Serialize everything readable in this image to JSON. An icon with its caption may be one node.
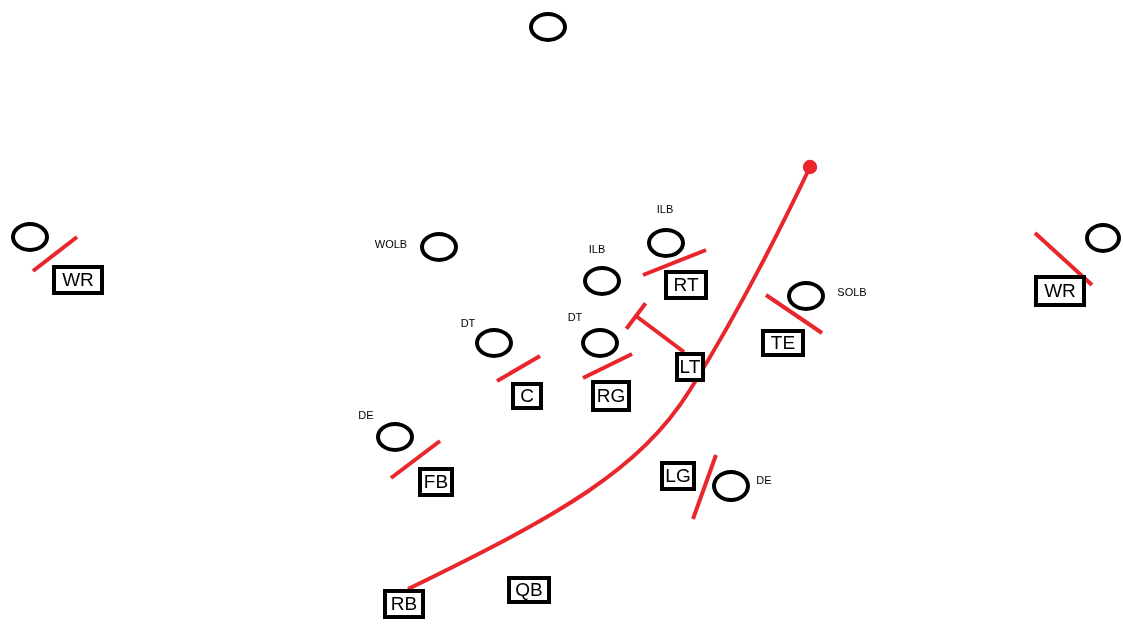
{
  "diagram": {
    "nodes": [
      {
        "text": [],
        "shape": "circle"
      },
      {
        "text": [],
        "shape": "circle"
      },
      {
        "text": [],
        "shape": "circle",
        "beside": [
          "ILB"
        ]
      },
      {
        "text": [],
        "shape": "circle",
        "beside": [
          "WOLB"
        ]
      },
      {
        "text": [],
        "shape": "circle"
      },
      {
        "text": [],
        "shape": "circle",
        "beside": [
          "ILB"
        ]
      },
      {
        "text": [
          "WR"
        ]
      },
      {
        "text": [
          "RT"
        ]
      },
      {
        "text": [
          "WR"
        ]
      },
      {
        "text": [],
        "shape": "circle",
        "beside": [
          "SOLB"
        ]
      },
      {
        "text": [],
        "shape": "circle",
        "beside": [
          "DT"
        ]
      },
      {
        "text": [],
        "shape": "circle",
        "beside": [
          "DT"
        ]
      },
      {
        "text": [
          "TE"
        ]
      },
      {
        "text": [
          "LT"
        ]
      },
      {
        "text": [
          "C"
        ]
      },
      {
        "text": [
          "RG"
        ]
      },
      {
        "text": [],
        "shape": "circle",
        "beside": [
          "DE"
        ]
      },
      {
        "text": [
          "LG"
        ]
      },
      {
        "text": [],
        "shape": "circle",
        "beside": [
          "DE"
        ]
      },
      {
        "text": [
          "FB"
        ]
      },
      {
        "text": [
          "QB"
        ]
      },
      {
        "text": [
          "RB"
        ]
      }
    ],
    "edges": [
      {
        "from": 21,
        "to": null,
        "arrow": "other"
      },
      {
        "from": 13,
        "to": 5,
        "arrow": "other"
      }
    ]
  }
}
